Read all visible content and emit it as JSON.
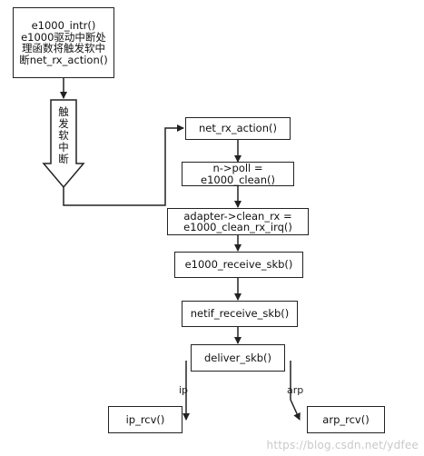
{
  "nodes": {
    "intr": "e1000_intr()\ne1000驱动中断处\n理函数将触发软中\n断net_rx_action()",
    "net_rx_action": "net_rx_action()",
    "poll": "n->poll =\ne1000_clean()",
    "clean_rx": "adapter->clean_rx =\ne1000_clean_rx_irq()",
    "receive_skb": "e1000_receive_skb()",
    "netif_receive_skb": "netif_receive_skb()",
    "deliver_skb": "deliver_skb()",
    "ip_rcv": "ip_rcv()",
    "arp_rcv": "arp_rcv()"
  },
  "edge_labels": {
    "softirq": "触发软中断",
    "ip": "ip",
    "arp": "arp"
  },
  "watermark": "https://blog.csdn.net/ydfee",
  "colors": {
    "line": "#222222",
    "box_border": "#222222"
  }
}
